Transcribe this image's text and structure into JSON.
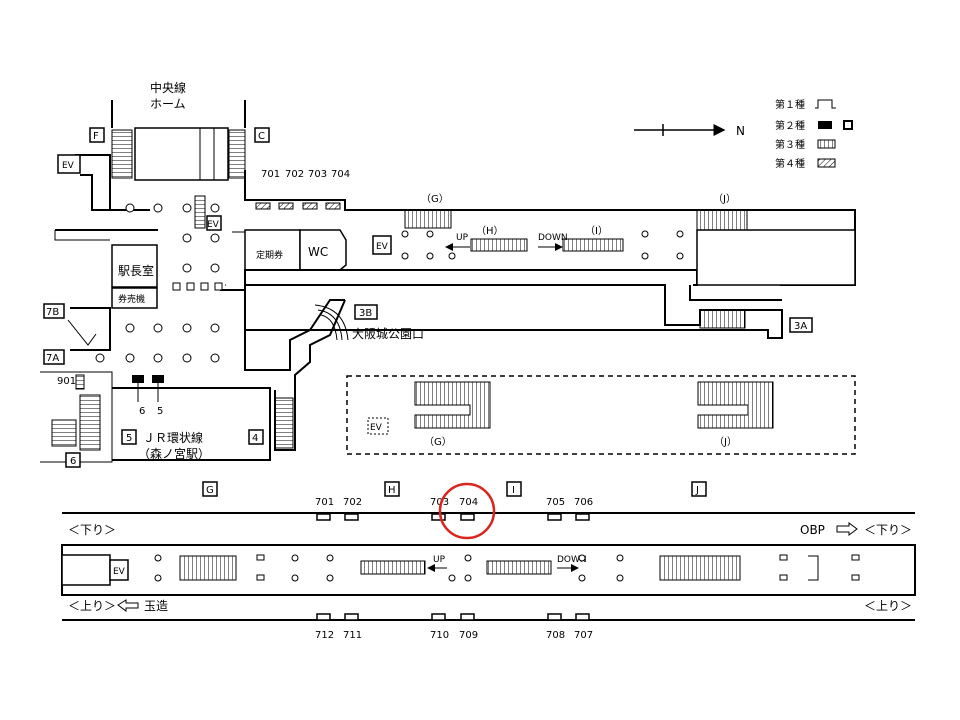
{
  "legend": {
    "items": [
      {
        "label": "第１種",
        "icon": "locker-type1-icon"
      },
      {
        "label": "第２種",
        "icon": "locker-type2-icon"
      },
      {
        "label": "第３種",
        "icon": "locker-type3-icon"
      },
      {
        "label": "第４種",
        "icon": "locker-type4-icon"
      }
    ],
    "north_label": "N"
  },
  "concourse": {
    "platform_label": "中央線\nホーム",
    "exits": {
      "F": "F",
      "C": "C",
      "7B": "7B",
      "7A": "7A",
      "6": "6",
      "5": "5",
      "4": "4",
      "3A": "3A",
      "3B": "3B"
    },
    "rooms": {
      "stationmaster": "駅長室",
      "ticket_machine": "券売機",
      "commuter_pass": "定期券",
      "wc": "WC"
    },
    "elevator_label": "EV",
    "lockers_top": [
      "701",
      "702",
      "703",
      "704"
    ],
    "locker_901": "901",
    "lockers_bottom": [
      "6",
      "5"
    ],
    "exit_3b_name": "大阪城公園口",
    "jr_line": "ＪＲ環状線",
    "jr_station": "（森ノ宮駅）",
    "stairs": [
      "（G）",
      "（H）",
      "（I）",
      "（J）"
    ],
    "up_label": "UP",
    "down_label": "DOWN",
    "lower_stairs": [
      "（G）",
      "（J）"
    ]
  },
  "platform": {
    "column_markers": [
      "G",
      "H",
      "I",
      "J"
    ],
    "top_lockers": [
      "701",
      "702",
      "703",
      "704",
      "705",
      "706"
    ],
    "bottom_lockers": [
      "712",
      "711",
      "710",
      "709",
      "708",
      "707"
    ],
    "highlighted_locker": "704",
    "highlight_color": "#d9251d",
    "left_top_direction": "＜下り＞",
    "left_bottom_direction": "＜上り＞",
    "left_bottom_dest": "玉造",
    "right_top_dest": "OBP",
    "right_top_direction": "＜下り＞",
    "right_bottom_direction": "＜上り＞",
    "elevator_label": "EV",
    "up_label": "UP",
    "down_label": "DOWN"
  }
}
